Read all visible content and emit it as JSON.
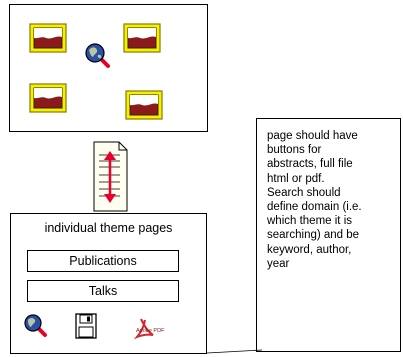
{
  "bottom_panel": {
    "title": "individual theme pages",
    "buttons": [
      "Publications",
      "Talks"
    ],
    "icons": [
      "search-icon",
      "floppy-disk-icon",
      "adobe-pdf-icon"
    ],
    "pdf_logo_text": "Adobe PDF"
  },
  "top_panel": {
    "icons": [
      "picture-icon",
      "picture-icon",
      "picture-icon",
      "picture-icon",
      "search-icon"
    ]
  },
  "connector": {
    "icon": "document-with-arrows-icon"
  },
  "note": {
    "text": "page should have\nbuttons for\nabstracts,  full file\nhtml or pdf.\nSearch should\ndefine domain (i.e.\nwhich theme it is\nsearching) and be\nkeyword, author,\nyear"
  },
  "colors": {
    "frame_yellow": "#f2f200",
    "frame_border": "#8a7a00",
    "picture_sky": "#ffffff",
    "picture_ground": "#8b1a1a",
    "magnifier_globe": "#2a4fa3",
    "magnifier_handle": "#e8002a",
    "arrow_red": "#e8002a"
  }
}
